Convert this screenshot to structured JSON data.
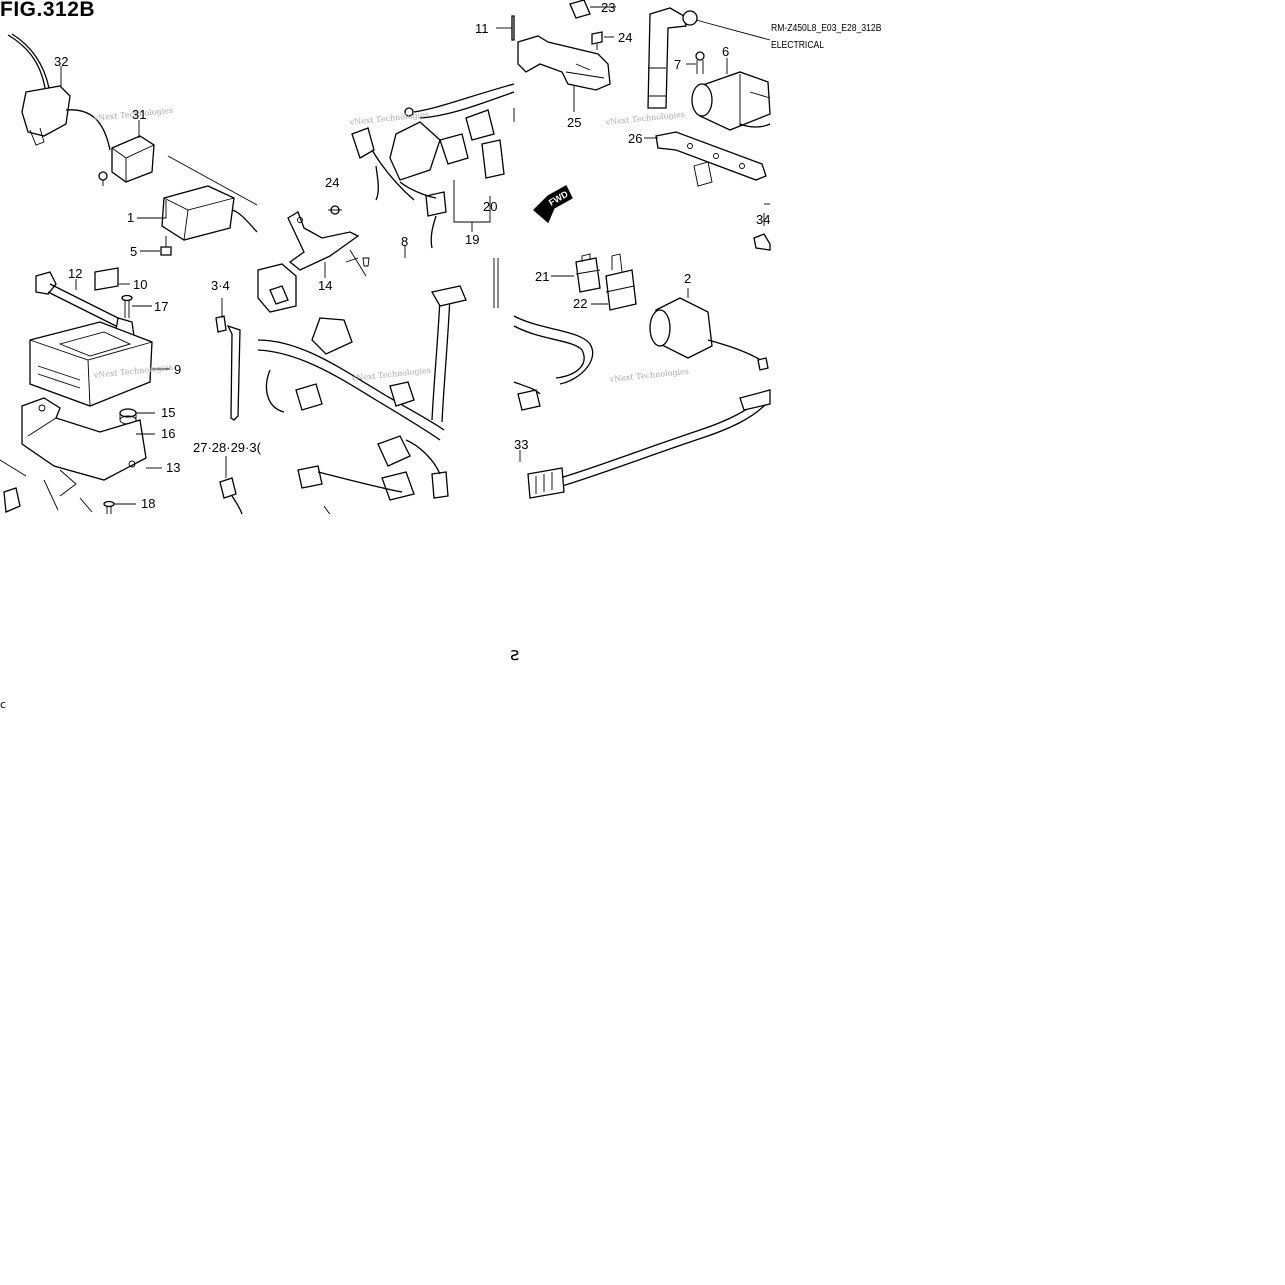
{
  "figure": {
    "title": "FIG.312B",
    "model_code": "RM-Z450L8_E03_E28_312B",
    "section": "ELECTRICAL",
    "fwd_label": "FWD",
    "watermark": "vNext Technologies"
  },
  "callouts": [
    "32",
    "31",
    "1",
    "5",
    "12",
    "10",
    "17",
    "9",
    "15",
    "16",
    "13",
    "18",
    "24",
    "14",
    "8",
    "19",
    "20",
    "3·4",
    "27·28·29·3(",
    "11",
    "25",
    "23",
    "24",
    "7",
    "6",
    "26",
    "34",
    "21",
    "22",
    "2",
    "33"
  ],
  "stray_glyphs": [
    "ƨ",
    "c"
  ]
}
